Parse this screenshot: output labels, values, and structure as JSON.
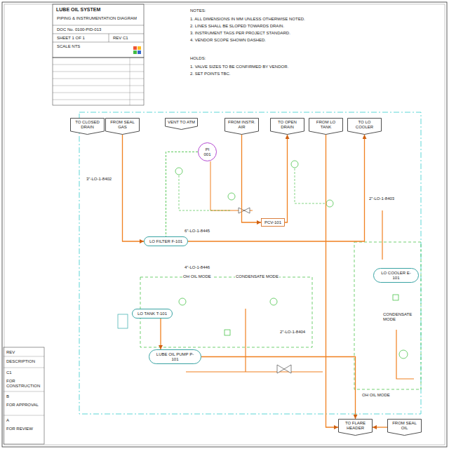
{
  "diagram": {
    "title": "LUBE OIL SYSTEM",
    "nodes": [
      {
        "text": [
          "TO CLOSED DRAIN"
        ]
      },
      {
        "text": [
          "FROM SEAL GAS"
        ]
      },
      {
        "text": [
          "VENT TO ATM"
        ]
      },
      {
        "text": [
          "FROM INSTR. AIR"
        ]
      },
      {
        "text": [
          "TO OPEN DRAIN"
        ]
      },
      {
        "text": [
          "FROM LO TANK"
        ]
      },
      {
        "text": [
          "TO LO COOLER"
        ]
      },
      {
        "text": [
          "PI 001"
        ]
      },
      {
        "text": [
          "PCV-101"
        ]
      },
      {
        "text": [
          "LO FILTER F-101"
        ]
      },
      {
        "text": [
          "LO COOLER E-101"
        ]
      },
      {
        "text": [
          "LO TANK T-101"
        ]
      },
      {
        "text": [
          "LUBE OIL PUMP P-101"
        ]
      },
      {
        "text": [
          "TO FLARE HEADER"
        ]
      },
      {
        "text": [
          "FROM SEAL OIL"
        ]
      }
    ],
    "edges": [
      {
        "from": 1,
        "to": 9,
        "arrow": "to"
      },
      {
        "from": 9,
        "to": 6,
        "arrow": "to"
      },
      {
        "from": 3,
        "to": 8,
        "arrow": "to"
      },
      {
        "from": 8,
        "to": 4,
        "arrow": "to"
      },
      {
        "from": 12,
        "to": 13,
        "arrow": "to"
      },
      {
        "from": 5,
        "to": 13,
        "arrow": "to"
      },
      {
        "from": 14,
        "to": 13,
        "arrow": "to"
      },
      {
        "from": 7,
        "to": 9,
        "arrow": "none"
      },
      {
        "from": 11,
        "to": 12,
        "arrow": "to"
      }
    ],
    "labels": [
      "NOTES:",
      "1. ALL DIMENSIONS IN MM UNLESS OTHERWISE NOTED.",
      "2. LINES SHALL BE SLOPED TOWARDS DRAIN.",
      "3. INSTRUMENT TAGS PER PROJECT STANDARD.",
      "4. VENDOR SCOPE SHOWN DASHED.",
      "HOLDS:",
      "1. VALVE SIZES TO BE CONFIRMED BY VENDOR.",
      "2. SET POINTS TBC.",
      "PIPING & INSTRUMENTATION DIAGRAM",
      "DOC No. 0100-PID-013",
      "SHEET 1 OF 1",
      "REV C1",
      "SCALE NTS",
      "OH OIL MODE",
      "CONDENSATE MODE",
      "OH OIL MODE",
      "CONDENSATE MODE",
      "3\"-LO-1-8402",
      "6\"-LO-1-8445",
      "4\"-LO-1-8446",
      "2\"-LO-1-8403",
      "2\"-LO-1-8404",
      "REV",
      "DESCRIPTION",
      "C1",
      "FOR CONSTRUCTION",
      "B",
      "FOR APPROVAL",
      "A",
      "FOR REVIEW"
    ]
  }
}
